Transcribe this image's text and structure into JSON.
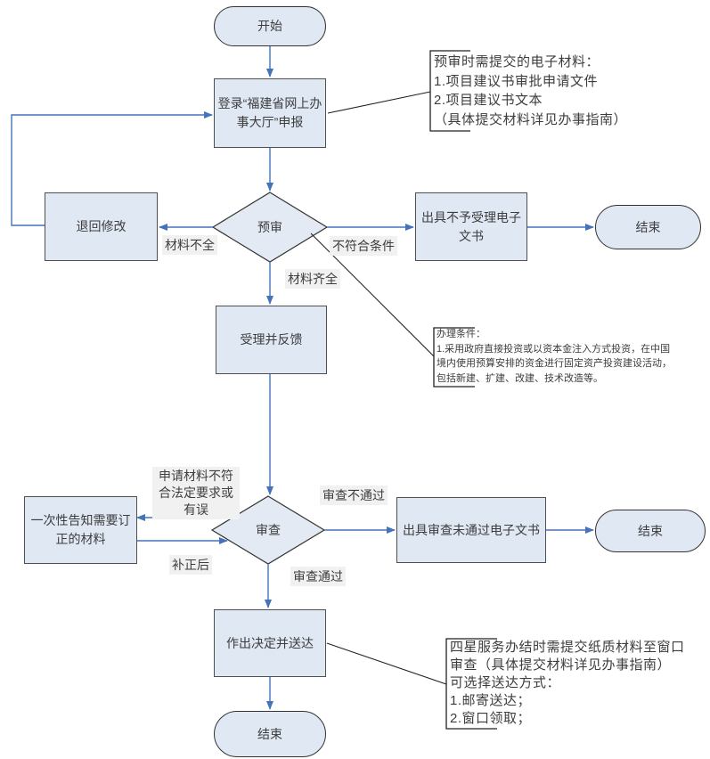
{
  "diagram": {
    "nodes": {
      "start": "开始",
      "login": "登录“福建省网上办事大厅”申报",
      "pre_review": "预审",
      "return_revise": "退回修改",
      "issue_not_accepted": "出具不予受理电子文书",
      "end_top": "结束",
      "accept_feedback": "受理并反馈",
      "review": "审查",
      "notify_corrections": "一次性告知需要订正的材料",
      "issue_review_failed": "出具审查未通过电子文书",
      "end_middle": "结束",
      "decide_deliver": "作出决定并送达",
      "end_bottom": "结束"
    },
    "edge_labels": {
      "materials_incomplete": "材料不全",
      "not_meet_conditions": "不符合条件",
      "materials_complete": "材料齐全",
      "materials_invalid": "申请材料不符合法定要求或有误",
      "review_failed": "审查不通过",
      "after_correction": "补正后",
      "review_passed": "审查通过"
    },
    "notes": {
      "pre_review_materials": {
        "lines": [
          "预审时需提交的电子材料：",
          "1.项目建议书审批申请文件",
          "2.项目建议书文本",
          "（具体提交材料详见办事指南）"
        ]
      },
      "conditions": {
        "lines": [
          "办理条件：",
          "1.采用政府直接投资或以资本金注入方式投资，在中国",
          "境内使用预算安排的资金进行固定资产投资建设活动，",
          "包括新建、扩建、改建、技术改造等。"
        ]
      },
      "delivery": {
        "lines": [
          "四星服务办结时需提交纸质材料至窗口",
          "审查（具体提交材料详见办事指南）",
          "可选择送达方式：",
          "1.邮寄送达；",
          "2.窗口领取；"
        ]
      }
    },
    "colors": {
      "node_fill": "#e0e8f3",
      "node_border": "#4f4f4f",
      "arrow_blue": "#4373b8",
      "leader_black": "#222222",
      "label_background": "#f1f1f1",
      "text": "#3d3d3d"
    }
  }
}
